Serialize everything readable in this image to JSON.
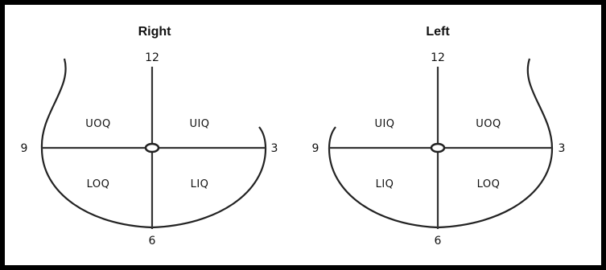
{
  "diagrams": {
    "right": {
      "title": "Right",
      "clock": {
        "top": "12",
        "left": "9",
        "right": "3",
        "bottom": "6"
      },
      "quadrants": {
        "upper_left": "UOQ",
        "upper_right": "UIQ",
        "lower_left": "LOQ",
        "lower_right": "LIQ"
      }
    },
    "left": {
      "title": "Left",
      "clock": {
        "top": "12",
        "left": "9",
        "right": "3",
        "bottom": "6"
      },
      "quadrants": {
        "upper_left": "UIQ",
        "upper_right": "UOQ",
        "lower_left": "LIQ",
        "lower_right": "LOQ"
      }
    }
  },
  "colors": {
    "border": "#000000",
    "lines": "#333333",
    "background": "#ffffff"
  }
}
